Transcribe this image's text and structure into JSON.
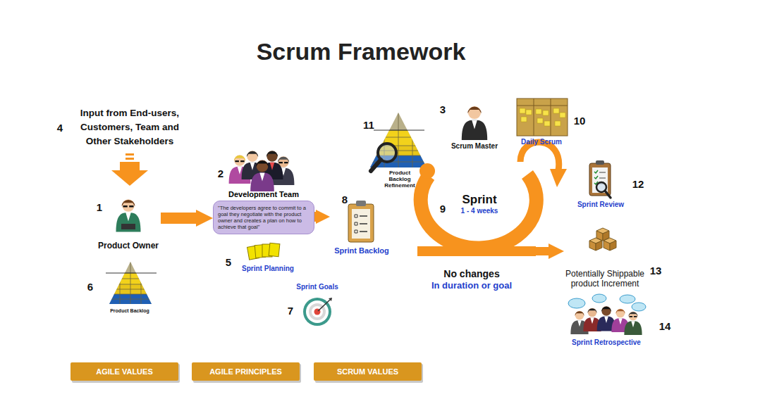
{
  "diagram": {
    "title": "Scrum Framework",
    "nodes": [
      {
        "text": [
          "Product Owner"
        ]
      },
      {
        "text": [
          "Development Team",
          "\"The developers agree to commit to a goal they negotiate with the product owner and creates a plan on how to achieve that goal\""
        ]
      },
      {
        "text": [
          "Sprint Backlog"
        ]
      },
      {
        "text": [
          "Sprint",
          "1 - 4 weeks"
        ]
      },
      {
        "text": [
          "Potentially Shippable product Increment"
        ]
      },
      {
        "text": [
          "AGILE VALUES"
        ]
      },
      {
        "text": [
          "AGILE PRINCIPLES"
        ]
      },
      {
        "text": [
          "SCRUM VALUES"
        ]
      }
    ],
    "edges": [
      {
        "from": 0,
        "to": 1,
        "arrow": "to"
      },
      {
        "from": 1,
        "to": 2,
        "arrow": "to"
      },
      {
        "from": 3,
        "to": 4,
        "arrow": "to"
      }
    ],
    "labels": [
      "4",
      "Input from End-users, Customers, Team and Other Stakeholders",
      "1",
      "2",
      "5",
      "Sprint Planning",
      "6",
      "Product Backlog",
      "7",
      "Sprint Goals",
      "8",
      "11",
      "Product Backlog Refinement",
      "3",
      "Scrum Master",
      "10",
      "Daily Scrum",
      "9",
      "12",
      "Sprint Review",
      "No changes",
      "In duration or goal",
      "13",
      "14",
      "Sprint Retrospective"
    ]
  }
}
